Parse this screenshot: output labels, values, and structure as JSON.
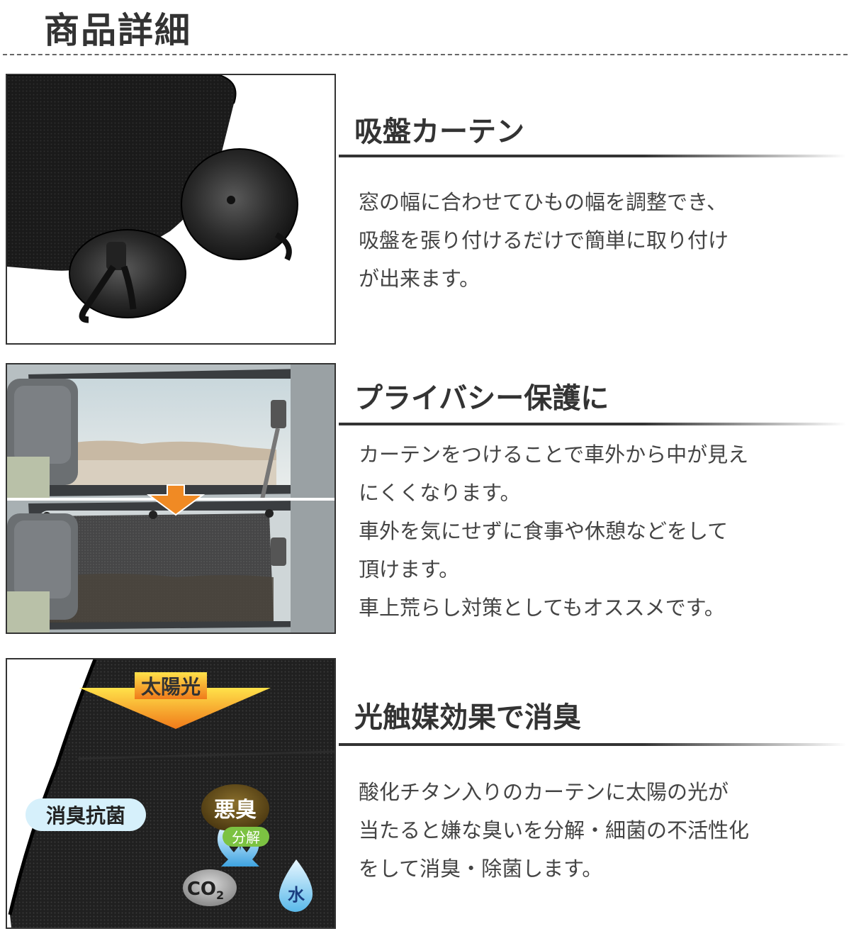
{
  "header": {
    "title": "商品詳細"
  },
  "sections": [
    {
      "title": "吸盤カーテン",
      "lines": [
        "窓の幅に合わせてひもの幅を調整でき、",
        "吸盤を張り付けるだけで簡単に取り付け",
        "が出来ます。"
      ]
    },
    {
      "title": "プライバシー保護に",
      "lines": [
        "カーテンをつけることで車外から中が見え",
        "にくくなります。",
        "車外を気にせずに食事や休憩などをして",
        "頂けます。",
        "車上荒らし対策としてもオススメです。"
      ]
    },
    {
      "title": "光触媒効果で消臭",
      "lines": [
        "酸化チタン入りのカーテンに太陽の光が",
        "当たると嫌な臭いを分解・細菌の不活性化",
        "をして消臭・除菌します。"
      ]
    }
  ],
  "diagram": {
    "sunlight": "太陽光",
    "deodorize": "消臭抗菌",
    "odor": "悪臭",
    "decompose": "分解",
    "co2": "CO",
    "co2_sub": "2",
    "water": "水"
  },
  "colors": {
    "text": "#333333",
    "arrow_orange": "#f08a24",
    "badge_blue": "#d6f0fb",
    "odor_brown": "#5a4516",
    "decompose_green": "#7cc242",
    "water_blue": "#4fb6e8",
    "co2_gray": "#9a9a9a"
  }
}
